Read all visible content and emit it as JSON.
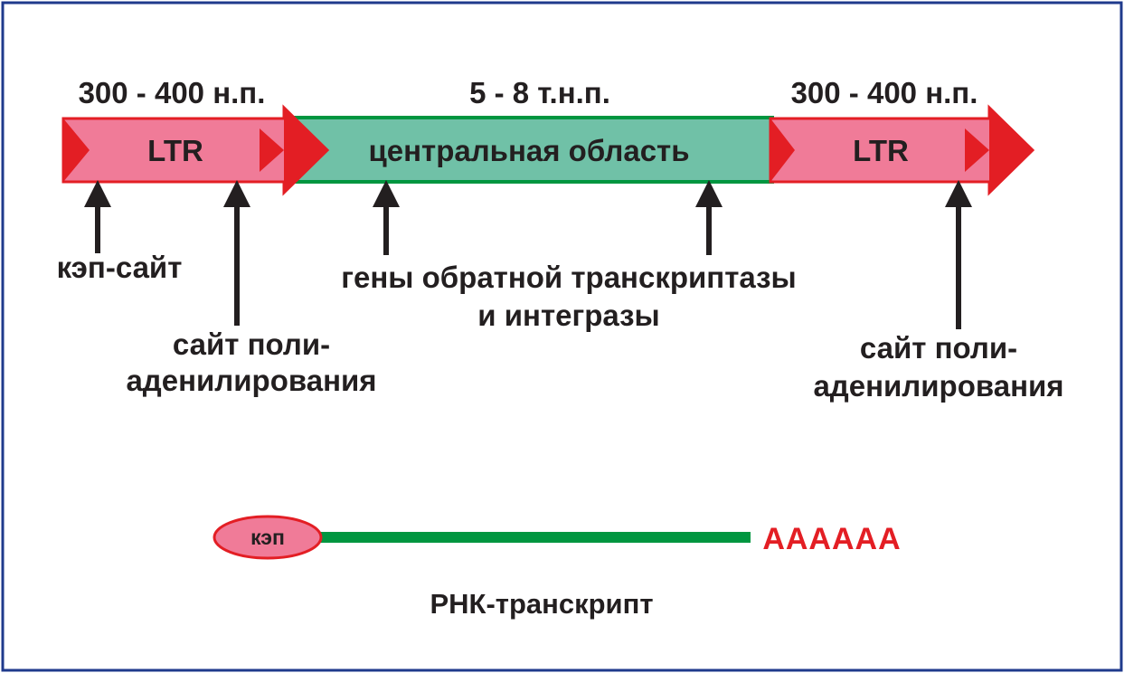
{
  "colors": {
    "frame": "#1f3a8c",
    "ltr_fill": "#f07b98",
    "ltr_stroke": "#e31e24",
    "central_fill": "#70c1a7",
    "central_stroke": "#009640",
    "arrow": "#231f20",
    "transcript_line": "#009640",
    "polya_text": "#e31e24"
  },
  "sizes": {
    "left_ltr": "300 - 400 н.п.",
    "central": "5 - 8 т.н.п.",
    "right_ltr": "300 - 400 н.п."
  },
  "segments": {
    "left_ltr": "LTR",
    "central": "центральная область",
    "right_ltr": "LTR"
  },
  "annotations": {
    "cap_site": "кэп-сайт",
    "polyA_left": [
      "сайт поли-",
      "аденилирования"
    ],
    "genes": [
      "гены обратной транскриптазы",
      "и интегразы"
    ],
    "polyA_right": [
      "сайт поли-",
      "аденилирования"
    ]
  },
  "transcript": {
    "cap": "кэп",
    "polyA": "АААААА",
    "title": "РНК-транскрипт"
  }
}
